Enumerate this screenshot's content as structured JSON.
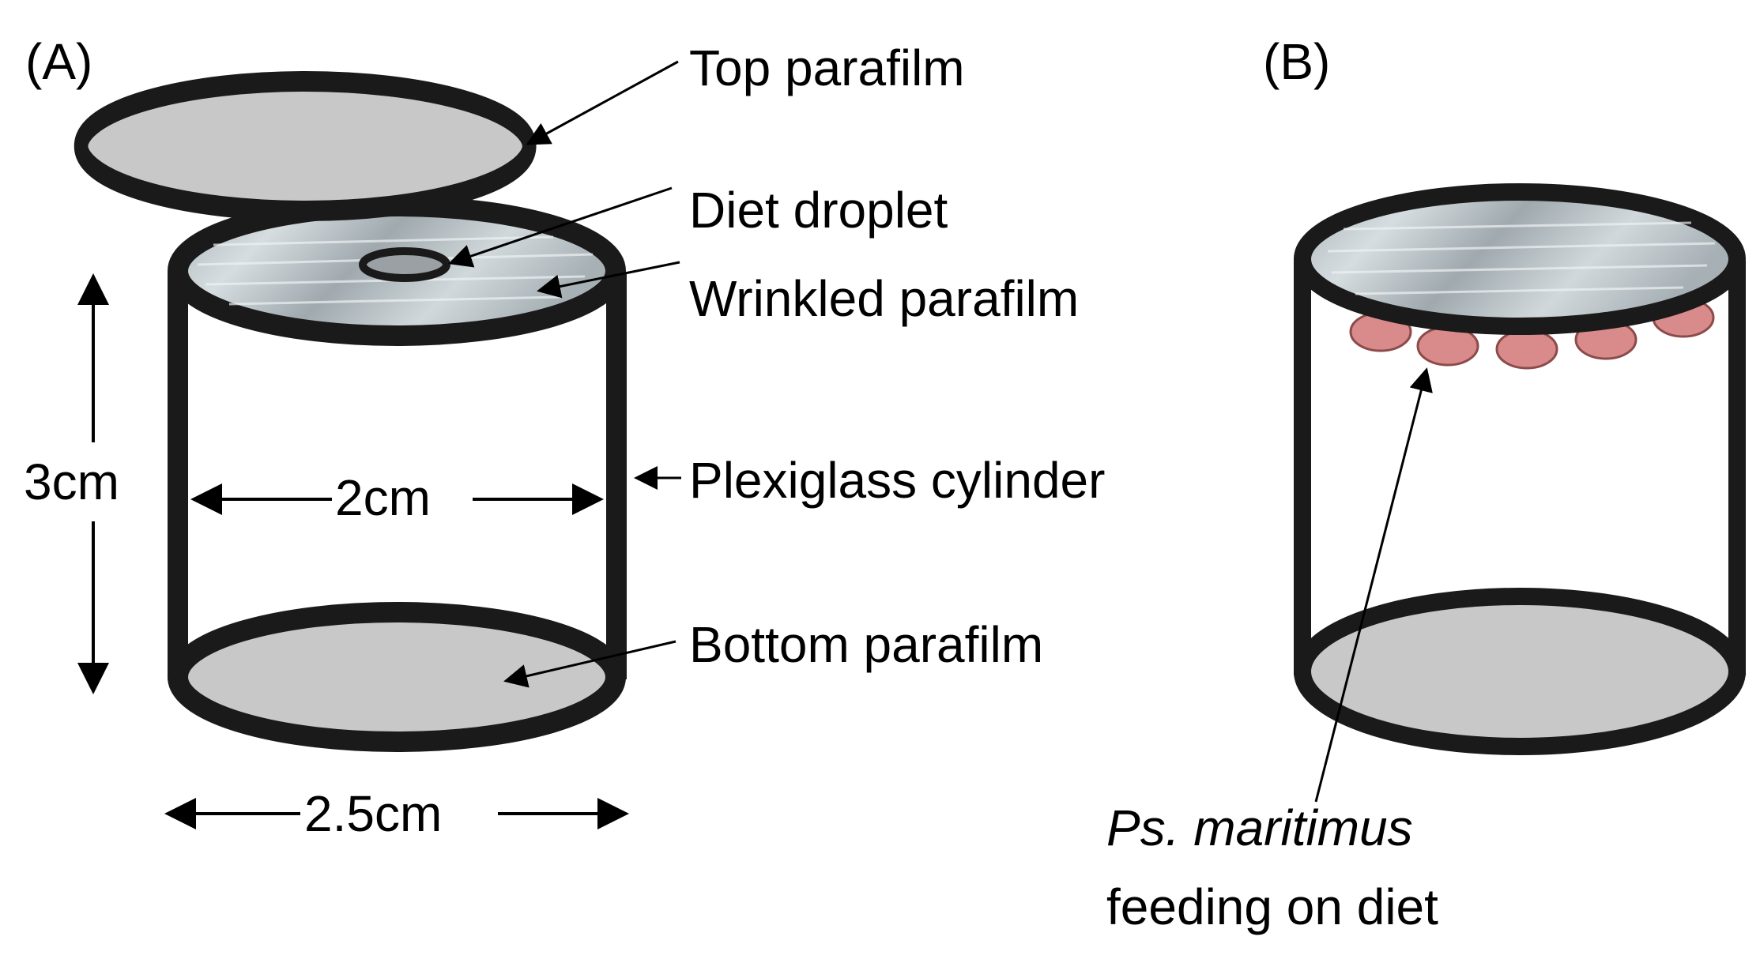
{
  "panel_a": {
    "label": "(A)",
    "top_parafilm": "Top parafilm",
    "diet_droplet": "Diet droplet",
    "wrinkled_parafilm": "Wrinkled parafilm",
    "plexiglass_cylinder": "Plexiglass cylinder",
    "bottom_parafilm": "Bottom parafilm",
    "height_dim": "3cm",
    "inner_diameter_dim": "2cm",
    "outer_diameter_dim": "2.5cm"
  },
  "panel_b": {
    "label": "(B)",
    "species": "Ps. maritimus",
    "caption": "feeding on diet"
  },
  "colors": {
    "outline": "#1a1a1a",
    "parafilm_fill": "#c8c8c8",
    "wrinkled_fill": "#b4bcc2",
    "insect_fill": "#d98a8a"
  }
}
